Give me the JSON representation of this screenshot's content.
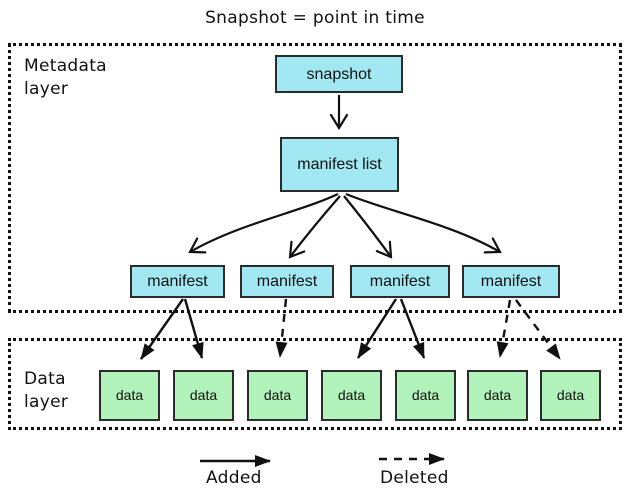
{
  "title": "Snapshot = point in time",
  "colors": {
    "metadata_box_fill": "#a2e8f2",
    "data_box_fill": "#b2f2bb",
    "line": "#111111",
    "background": "#ffffff"
  },
  "metadata_layer": {
    "label": "Metadata layer",
    "snapshot_label": "snapshot",
    "manifest_list_label": "manifest list",
    "manifests": [
      "manifest",
      "manifest",
      "manifest",
      "manifest"
    ]
  },
  "data_layer": {
    "label": "Data layer",
    "items": [
      "data",
      "data",
      "data",
      "data",
      "data",
      "data",
      "data"
    ]
  },
  "edges": [
    {
      "from": "snapshot",
      "to": "manifest-list",
      "style": "solid"
    },
    {
      "from": "manifest-list",
      "to": "manifest-1",
      "style": "solid"
    },
    {
      "from": "manifest-list",
      "to": "manifest-2",
      "style": "solid"
    },
    {
      "from": "manifest-list",
      "to": "manifest-3",
      "style": "solid"
    },
    {
      "from": "manifest-list",
      "to": "manifest-4",
      "style": "solid"
    },
    {
      "from": "manifest-1",
      "to": "data-1",
      "style": "solid"
    },
    {
      "from": "manifest-1",
      "to": "data-2",
      "style": "solid"
    },
    {
      "from": "manifest-2",
      "to": "data-3",
      "style": "dashed"
    },
    {
      "from": "manifest-3",
      "to": "data-4",
      "style": "solid"
    },
    {
      "from": "manifest-3",
      "to": "data-5",
      "style": "solid"
    },
    {
      "from": "manifest-4",
      "to": "data-6",
      "style": "dashed"
    },
    {
      "from": "manifest-4",
      "to": "data-7",
      "style": "dashed"
    }
  ],
  "legend": {
    "added_label": "Added",
    "deleted_label": "Deleted"
  }
}
